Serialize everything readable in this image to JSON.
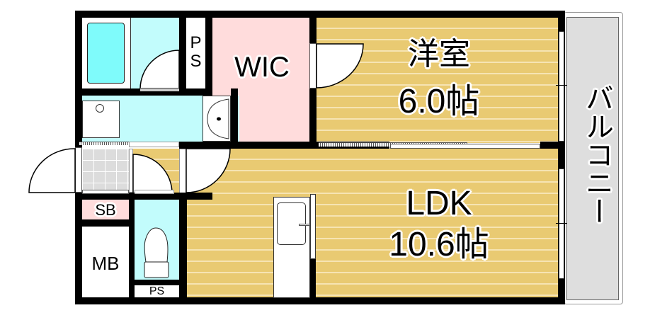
{
  "floor_plan": {
    "rooms": {
      "western_room": {
        "name": "洋室",
        "size": "6.0帖"
      },
      "ldk": {
        "name": "LDK",
        "size": "10.6帖"
      },
      "wic": {
        "name": "WIC"
      },
      "ps_top": {
        "name": "PS"
      },
      "ps_bottom": {
        "name": "PS"
      },
      "sb": {
        "name": "SB"
      },
      "mb": {
        "name": "MB"
      },
      "balcony": {
        "name": "バルコニー"
      }
    },
    "colors": {
      "wall": "#000000",
      "wood_floor": "#e9ca72",
      "wet_area": "#c2fcfc",
      "bathtub": "#7ffbfb",
      "wic": "#ffdcdc",
      "entrance_tile": "#dcdcdc",
      "balcony": "#dedede"
    }
  }
}
